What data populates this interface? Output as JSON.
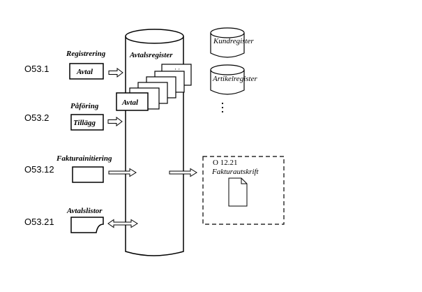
{
  "diagram": {
    "codes": [
      "O53.1",
      "O53.2",
      "O53.12",
      "O53.21"
    ],
    "processes": {
      "registrering": {
        "title": "Registrering",
        "box_label": "Avtal"
      },
      "paforing": {
        "title": "Påföring",
        "box_label": "Tillägg"
      },
      "fakturainitiering": {
        "title": "Fakturainitiering"
      },
      "avtalslistor": {
        "title": "Avtalslistor"
      }
    },
    "avtalsregister": {
      "title": "Avtalsregister",
      "front_doc_label": "Avtal"
    },
    "databases": [
      "Kundregister",
      "Artikelregister"
    ],
    "faktura_group": {
      "code": "O 12.21",
      "title": "Fakturautskrift"
    },
    "icons": [
      "document-icon",
      "card-icon",
      "database-icon",
      "ellipsis-icon"
    ]
  }
}
